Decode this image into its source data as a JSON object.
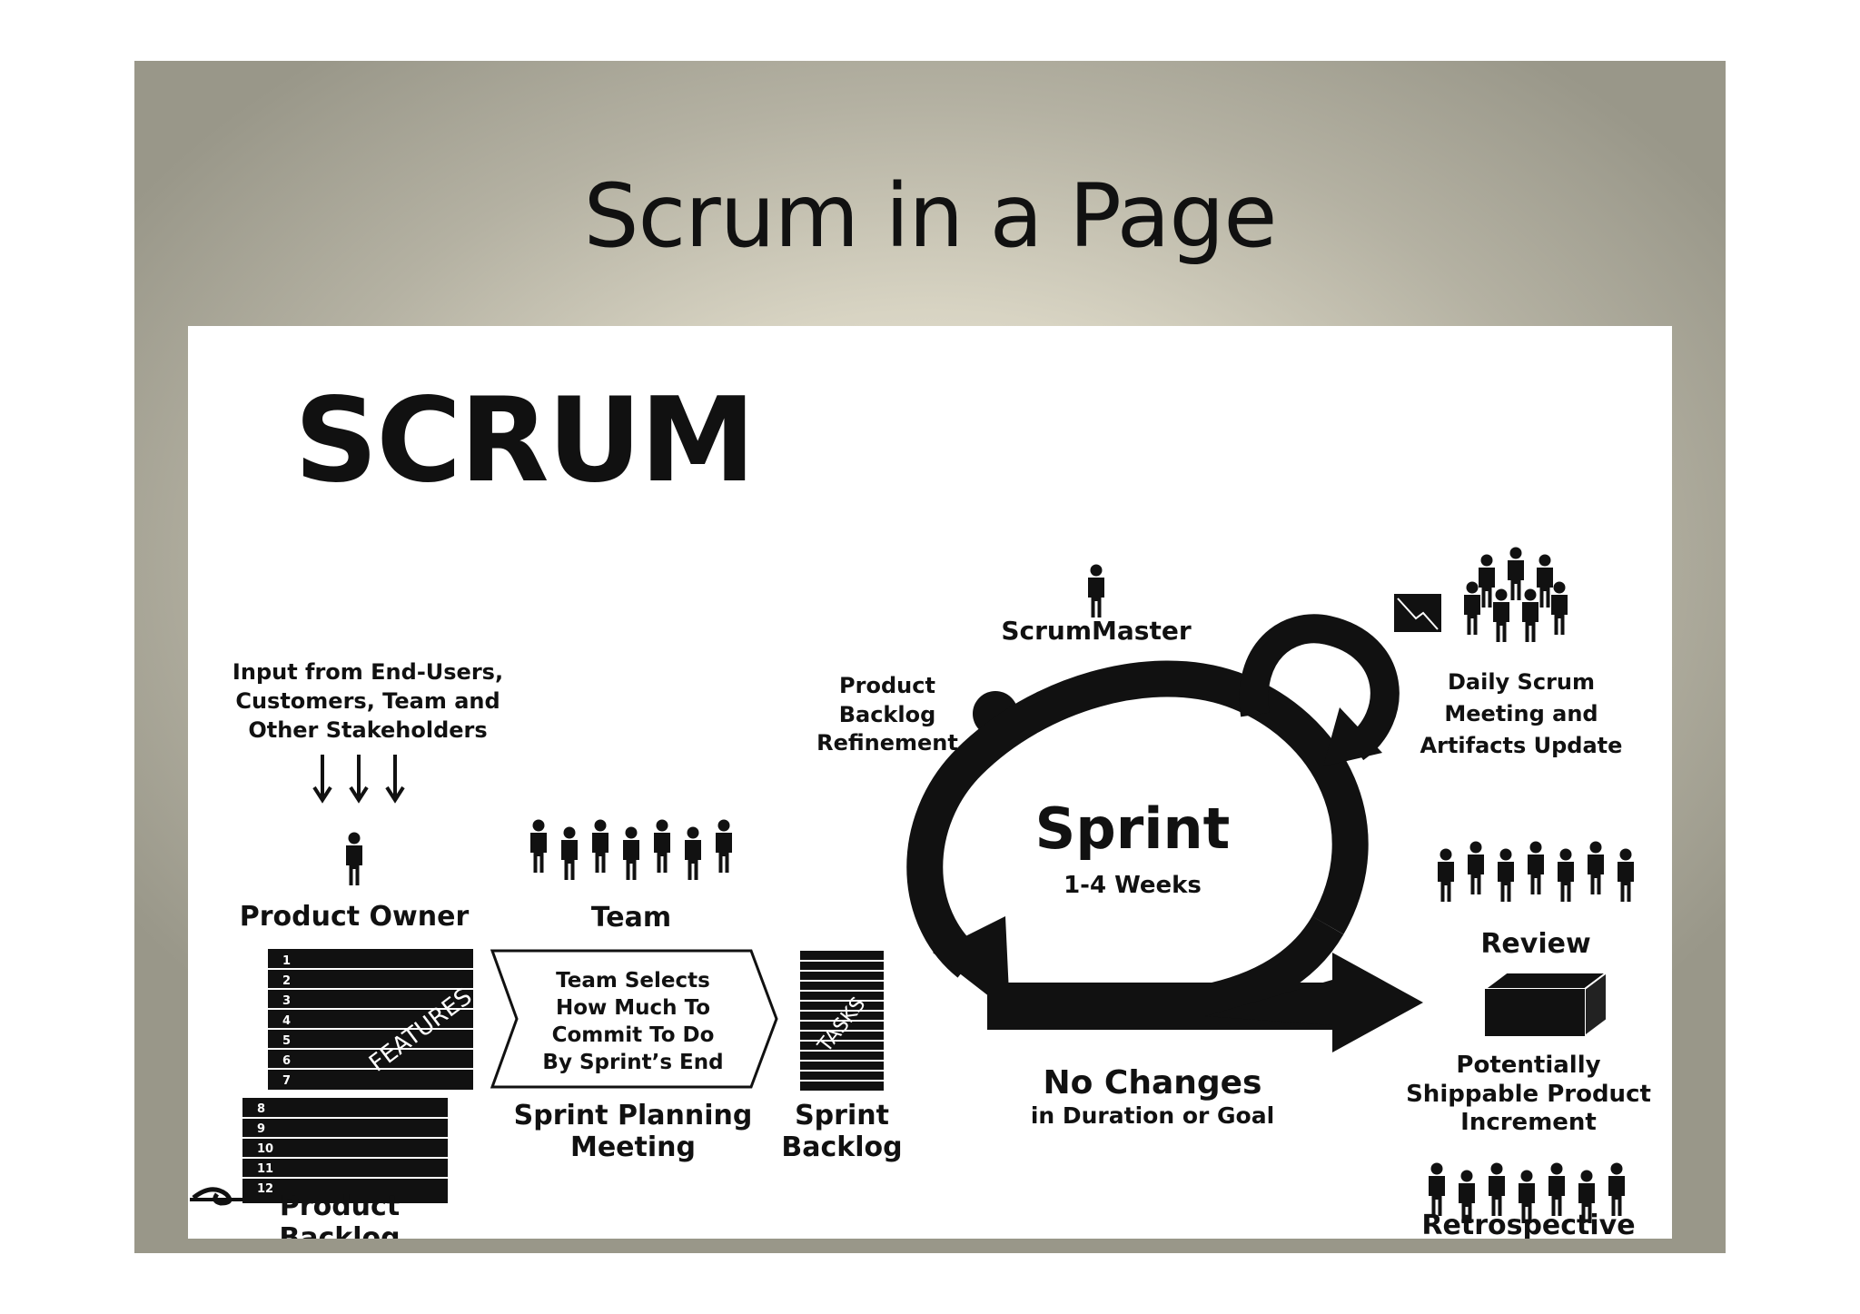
{
  "slide_title": "Scrum in a Page",
  "diagram": {
    "heading": "SCRUM",
    "input_lines": [
      "Input from End-Users,",
      "Customers, Team and",
      "Other Stakeholders"
    ],
    "product_owner": "Product Owner",
    "team": "Team",
    "features_label": "FEATURES",
    "backlog_numbers_top": [
      "1",
      "2",
      "3",
      "4",
      "5",
      "6",
      "7"
    ],
    "backlog_numbers_bottom": [
      "8",
      "9",
      "10",
      "11",
      "12"
    ],
    "product_backlog": [
      "Product",
      "Backlog"
    ],
    "planning_box_lines": [
      "Team Selects",
      "How Much To",
      "Commit To Do",
      "By Sprint’s End"
    ],
    "sprint_planning": [
      "Sprint Planning",
      "Meeting"
    ],
    "tasks_label": "TASKS",
    "sprint_backlog": [
      "Sprint",
      "Backlog"
    ],
    "scrum_master": "ScrumMaster",
    "refinement": [
      "Product",
      "Backlog",
      "Refinement"
    ],
    "sprint": "Sprint",
    "sprint_duration": "1-4 Weeks",
    "daily_scrum": [
      "Daily Scrum",
      "Meeting and",
      "Artifacts Update"
    ],
    "no_changes": "No Changes",
    "no_changes_sub": "in Duration or Goal",
    "review": "Review",
    "increment": [
      "Potentially",
      "Shippable Product",
      "Increment"
    ],
    "retrospective": "Retrospective"
  }
}
